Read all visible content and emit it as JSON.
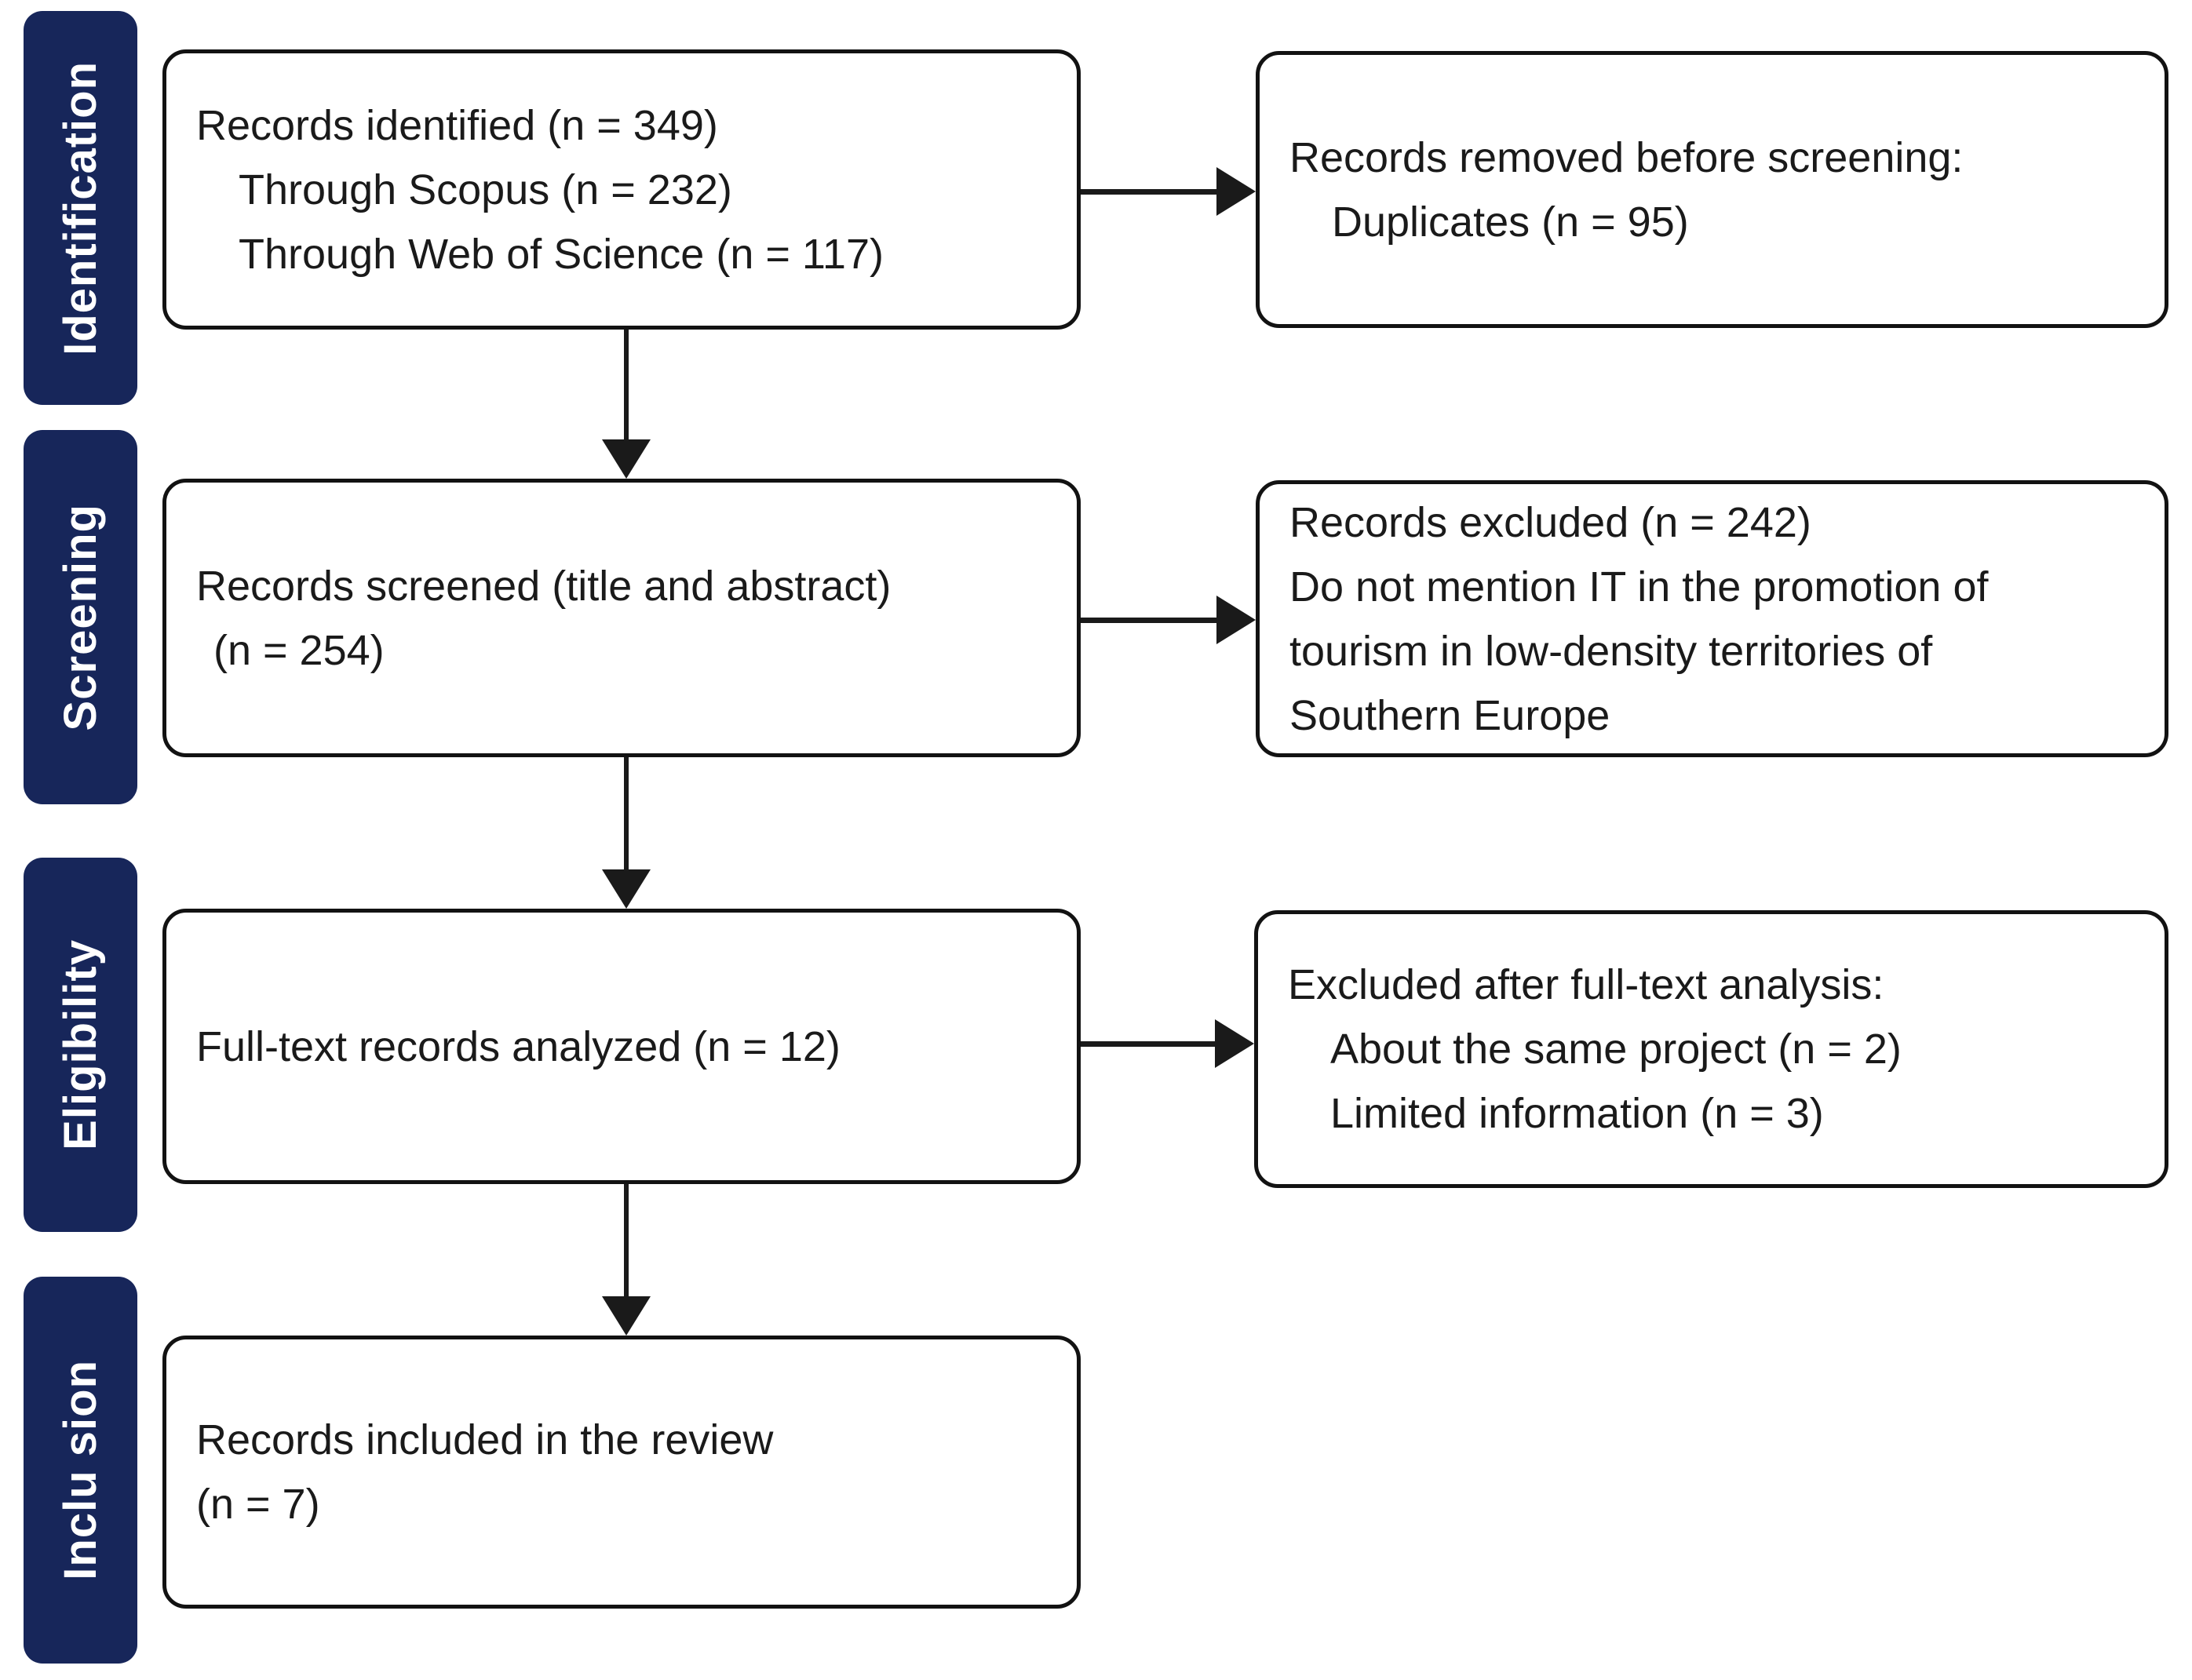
{
  "figure": {
    "title": "PRISMA flow diagram",
    "colors": {
      "background": "#ffffff",
      "tab_background": "#17265a",
      "tab_text": "#ffffff",
      "box_background": "#ffffff",
      "box_border": "#121212",
      "text": "#1a1a1a",
      "arrow": "#1a1a1a"
    },
    "stages": [
      {
        "label": "Identification"
      },
      {
        "label": "Screening"
      },
      {
        "label": "Eligibility"
      },
      {
        "label": "Inclu sion"
      }
    ],
    "boxes": {
      "identified": {
        "lines": [
          {
            "text": "Records identified (n = 349)",
            "indent": 0
          },
          {
            "text": "Through Scopus (n = 232)",
            "indent": 2
          },
          {
            "text": "Through Web of Science (n = 117)",
            "indent": 2
          }
        ]
      },
      "removed": {
        "lines": [
          {
            "text": "Records removed before screening:",
            "indent": 0
          },
          {
            "text": "Duplicates (n = 95)",
            "indent": 2
          }
        ]
      },
      "screened": {
        "lines": [
          {
            "text": "Records screened (title and abstract)",
            "indent": 0
          },
          {
            "text": "(n = 254)",
            "indent": 1
          }
        ]
      },
      "excluded_screening": {
        "lines": [
          {
            "text": "Records excluded (n = 242)",
            "indent": 0
          },
          {
            "text": "Do not mention IT in the promotion of",
            "indent": 0
          },
          {
            "text": "tourism in low-density territories of",
            "indent": 0
          },
          {
            "text": "Southern Europe",
            "indent": 0
          }
        ]
      },
      "fulltext": {
        "lines": [
          {
            "text": "Full-text records analyzed (n = 12)",
            "indent": 0
          }
        ]
      },
      "excluded_fulltext": {
        "lines": [
          {
            "text": "Excluded after full-text analysis:",
            "indent": 0
          },
          {
            "text": "About the same project (n = 2)",
            "indent": 2
          },
          {
            "text": "Limited information (n = 3)",
            "indent": 2
          }
        ]
      },
      "included": {
        "lines": [
          {
            "text": "Records included in the review",
            "indent": 0
          },
          {
            "text": "(n = 7)",
            "indent": 0
          }
        ]
      }
    }
  }
}
